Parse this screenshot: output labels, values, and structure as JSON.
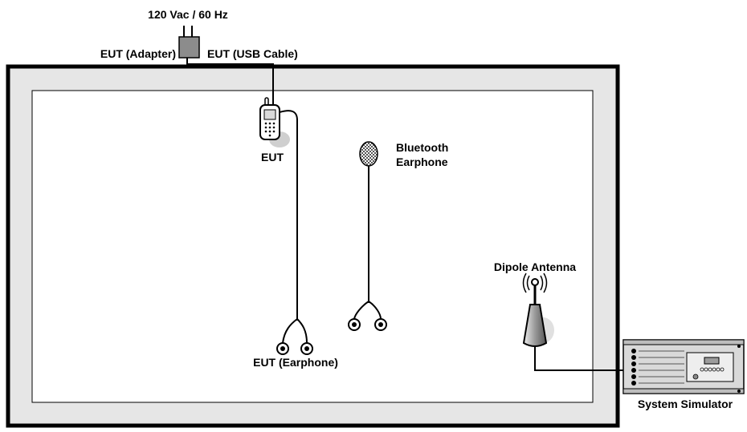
{
  "labels": {
    "power": "120 Vac / 60 Hz",
    "adapter": "EUT (Adapter)",
    "usb_cable": "EUT (USB Cable)",
    "eut": "EUT",
    "bt_line1": "Bluetooth",
    "bt_line2": "Earphone",
    "dipole": "Dipole Antenna",
    "earphone": "EUT (Earphone)",
    "simulator": "System Simulator"
  },
  "colors": {
    "chamber_outer": "#000000",
    "chamber_fill": "#e6e6e6",
    "inner_area": "#ffffff",
    "adapter": "#8c8c8c",
    "antenna": "#b8b8b8",
    "simulator": "#d9d9d9"
  }
}
